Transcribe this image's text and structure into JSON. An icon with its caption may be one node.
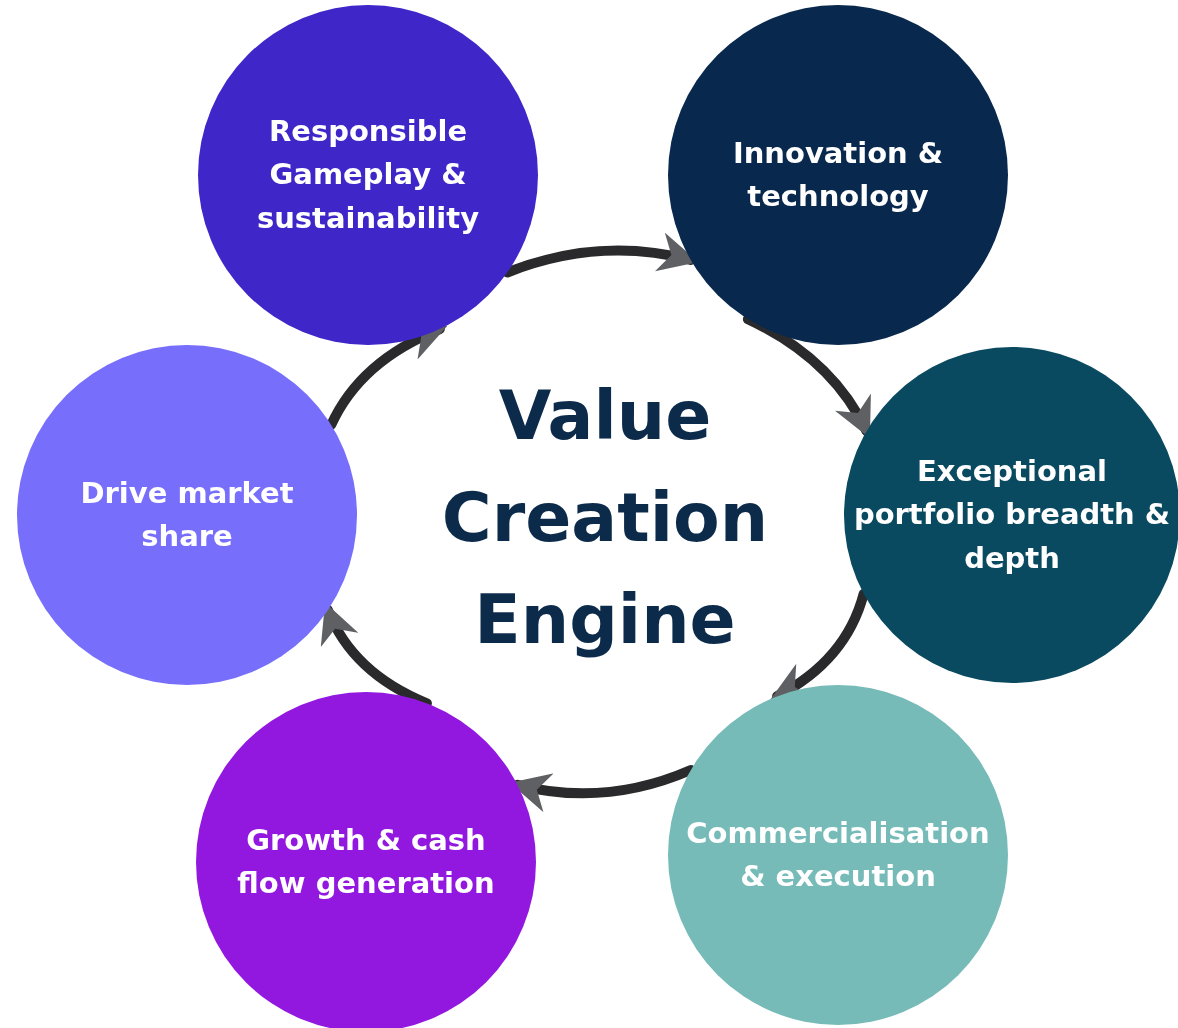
{
  "diagram": {
    "title": "Value Creation Engine",
    "nodes": [
      {
        "text": [
          "Responsible Gameplay & sustainability"
        ]
      },
      {
        "text": [
          "Innovation & technology"
        ]
      },
      {
        "text": [
          "Exceptional portfolio breadth & depth"
        ]
      },
      {
        "text": [
          "Commercialisation & execution"
        ]
      },
      {
        "text": [
          "Growth & cash flow generation"
        ]
      },
      {
        "text": [
          "Drive market share"
        ]
      }
    ],
    "edges": [
      {
        "from": 0,
        "to": 1,
        "arrow": "to"
      },
      {
        "from": 1,
        "to": 2,
        "arrow": "to"
      },
      {
        "from": 2,
        "to": 3,
        "arrow": "to"
      },
      {
        "from": 3,
        "to": 4,
        "arrow": "to"
      },
      {
        "from": 4,
        "to": 5,
        "arrow": "to"
      },
      {
        "from": 5,
        "to": 0,
        "arrow": "to"
      }
    ]
  }
}
